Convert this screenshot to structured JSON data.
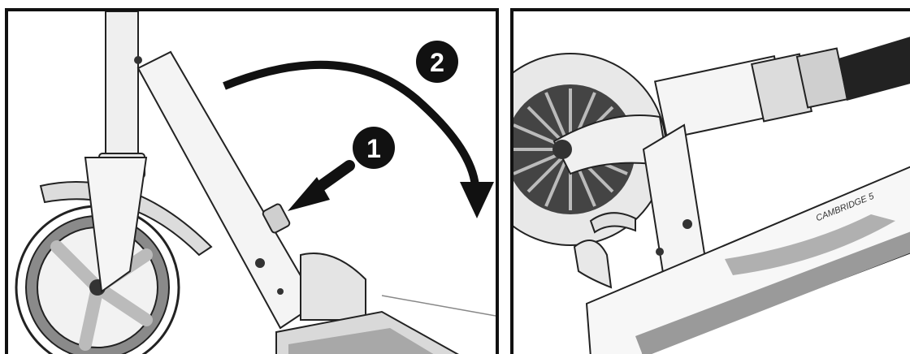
{
  "panels": {
    "left": {
      "steps": [
        {
          "label": "1"
        },
        {
          "label": "2"
        }
      ]
    },
    "right": {
      "deck_logo_text": "CAMBRIDGE 5"
    }
  },
  "colors": {
    "border": "#111111",
    "marker_fill": "#111111",
    "marker_text": "#ffffff",
    "metal": "#e8e8e8",
    "shadow": "#bdbdbd",
    "tire": "#8a8a8a"
  }
}
